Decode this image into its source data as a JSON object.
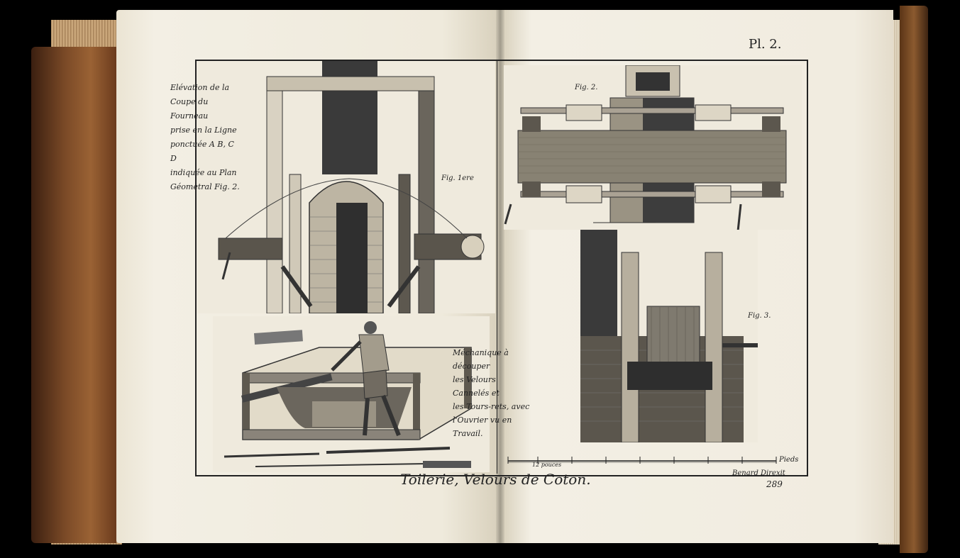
{
  "plate": {
    "number": "Pl. 2.",
    "title": "Toilerie, Velours de Coton.",
    "signature": "Benard Direxit",
    "page_number": "289"
  },
  "captions": {
    "left_lines": [
      "Elévation de la",
      "Coupe du Fourneau",
      "prise en la Ligne",
      "ponctuée A B, C D",
      "indiquée au Plan",
      "Géometral Fig. 2."
    ],
    "middle_lines": [
      "Méchanique à découper",
      "les Velours Cannelés et",
      "les Tours-rets, avec",
      "l'Ouvrier vu en Travail."
    ]
  },
  "figure_labels": {
    "fig1": "Fig. 1ere",
    "fig2": "Fig. 2.",
    "fig3": "Fig. 3.",
    "scale": "Pieds",
    "scale_inches": "12 pouces"
  },
  "colors": {
    "paper": "#efeadd",
    "ink": "#222222",
    "leather": "#7b4a27"
  }
}
